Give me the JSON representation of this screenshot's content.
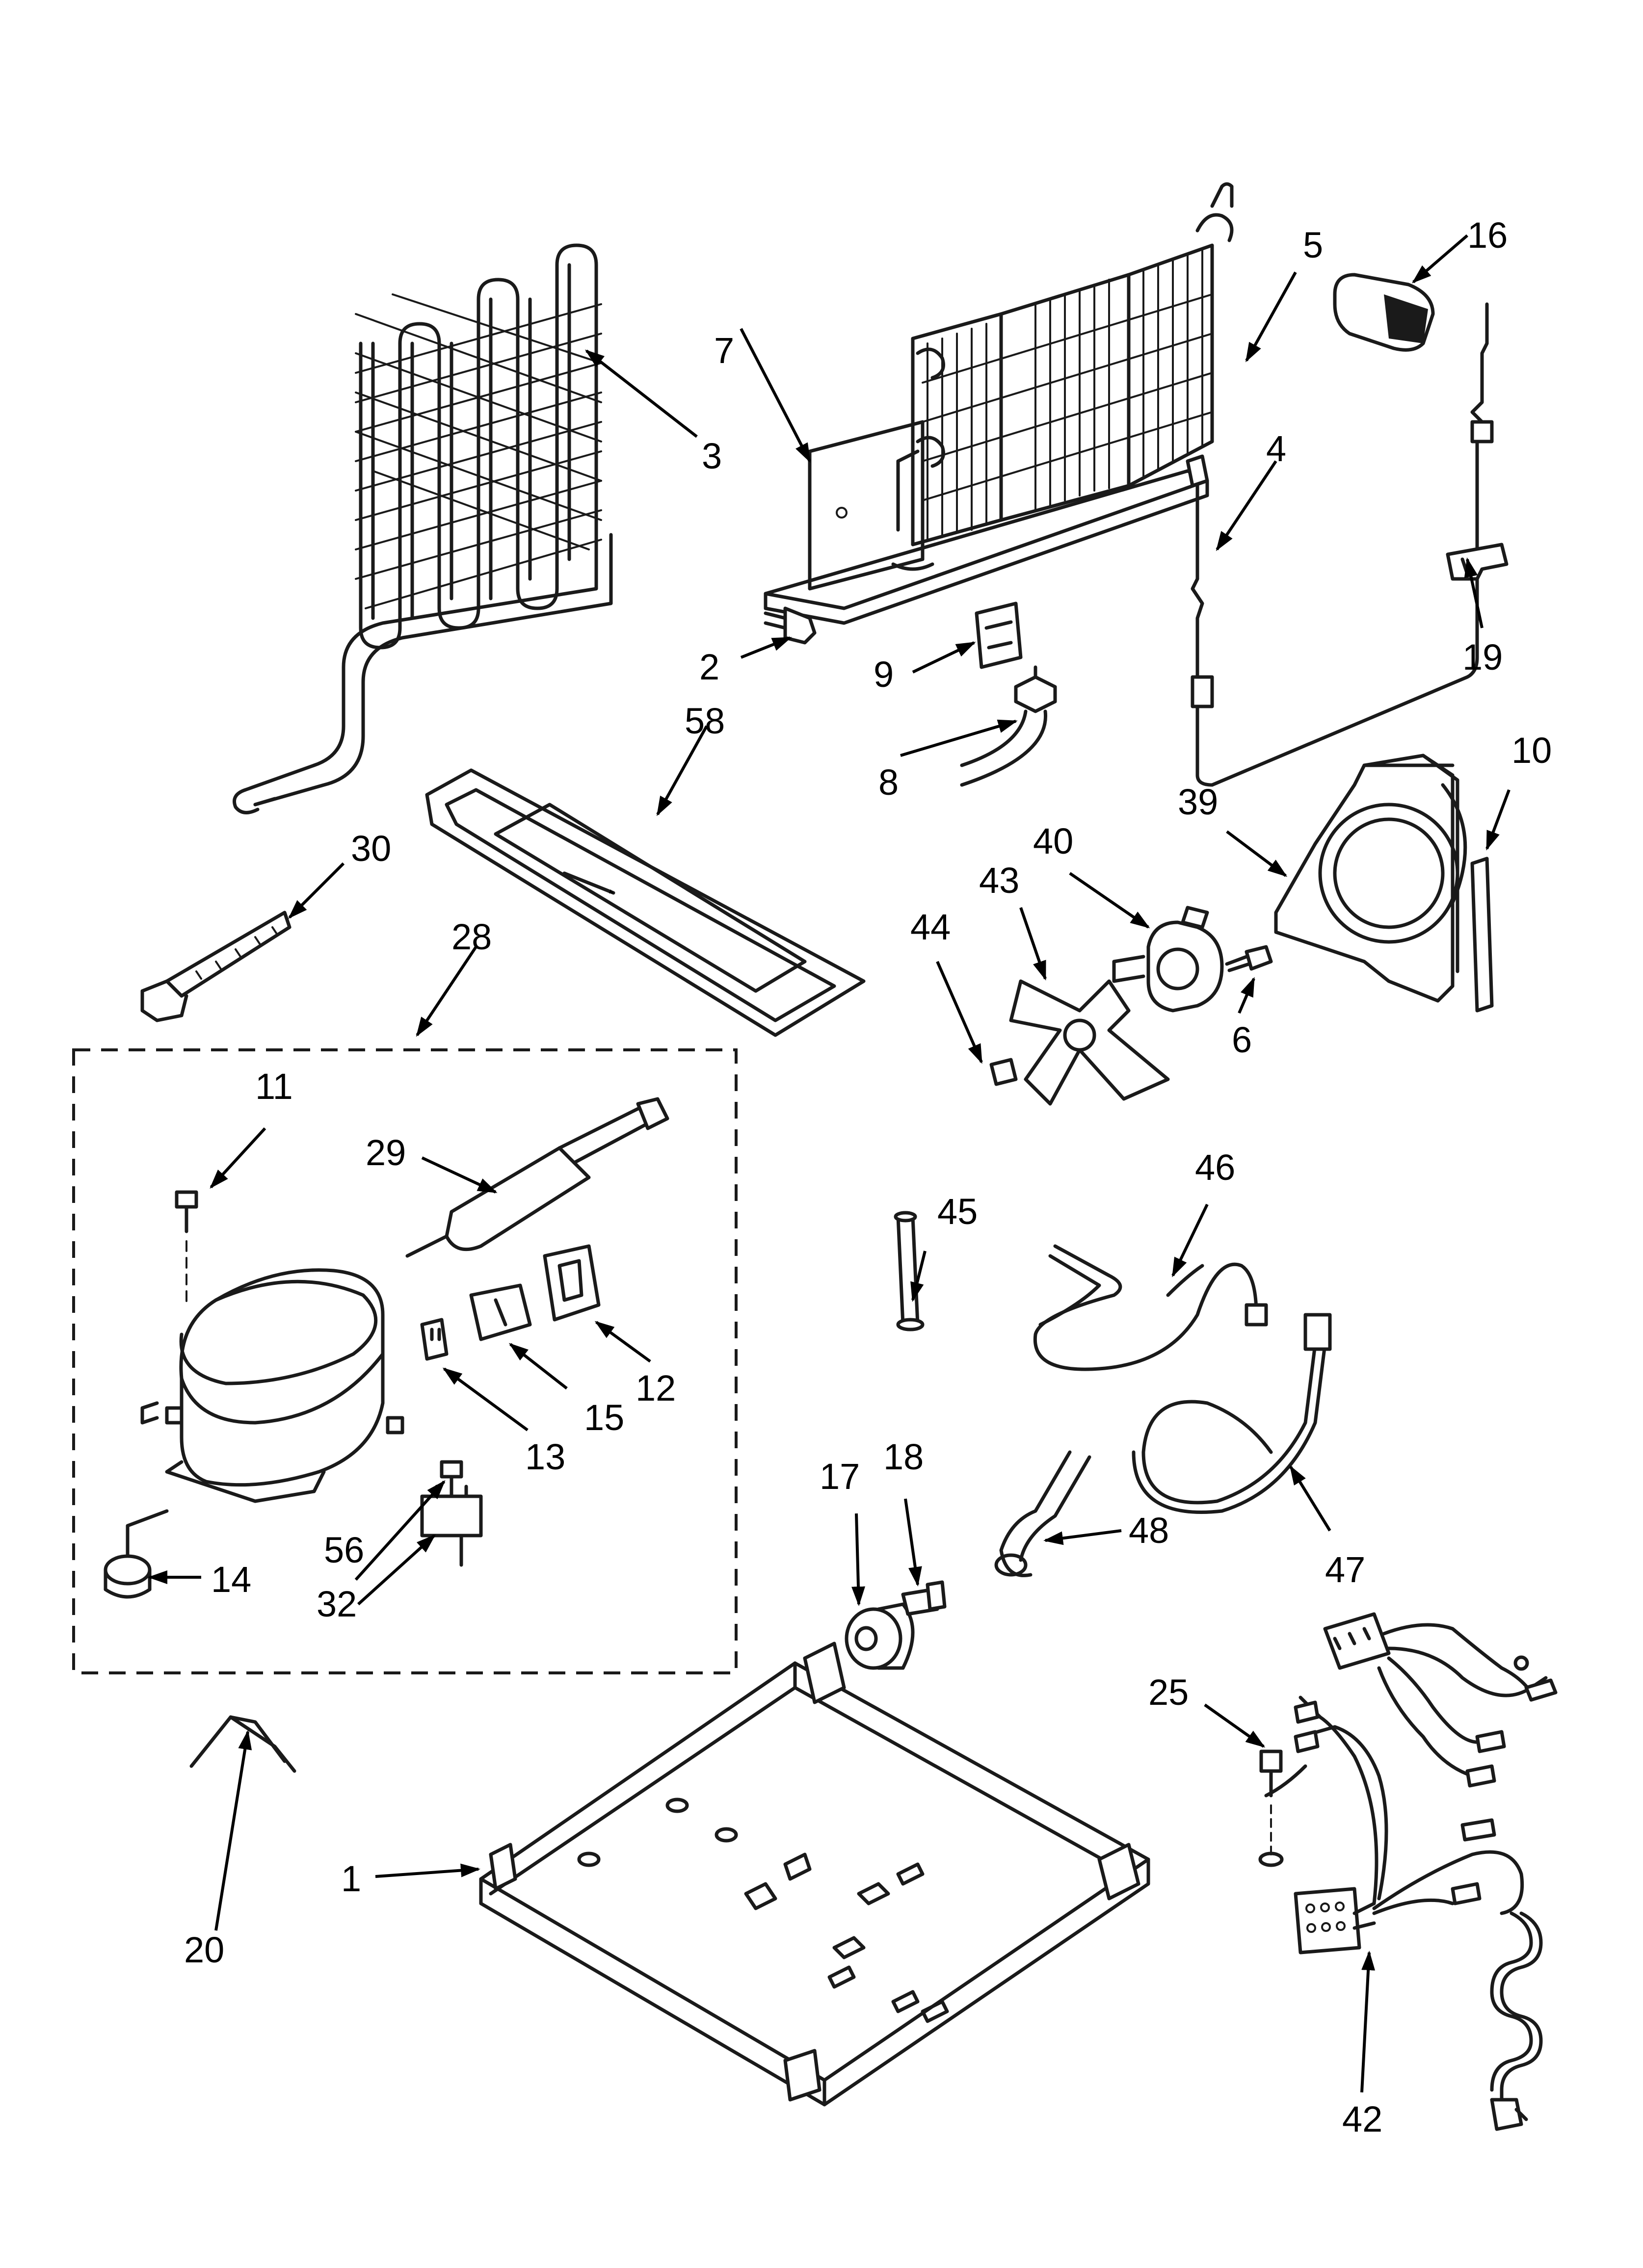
{
  "callouts": [
    {
      "id": "c1",
      "text": "1"
    },
    {
      "id": "c2",
      "text": "2"
    },
    {
      "id": "c3",
      "text": "3"
    },
    {
      "id": "c4",
      "text": "4"
    },
    {
      "id": "c5",
      "text": "5"
    },
    {
      "id": "c6",
      "text": "6"
    },
    {
      "id": "c7",
      "text": "7"
    },
    {
      "id": "c8",
      "text": "8"
    },
    {
      "id": "c9",
      "text": "9"
    },
    {
      "id": "c10",
      "text": "10"
    },
    {
      "id": "c11",
      "text": "11"
    },
    {
      "id": "c12",
      "text": "12"
    },
    {
      "id": "c13",
      "text": "13"
    },
    {
      "id": "c14",
      "text": "14"
    },
    {
      "id": "c15",
      "text": "15"
    },
    {
      "id": "c16",
      "text": "16"
    },
    {
      "id": "c17",
      "text": "17"
    },
    {
      "id": "c18",
      "text": "18"
    },
    {
      "id": "c19",
      "text": "19"
    },
    {
      "id": "c20",
      "text": "20"
    },
    {
      "id": "c25",
      "text": "25"
    },
    {
      "id": "c28",
      "text": "28"
    },
    {
      "id": "c29",
      "text": "29"
    },
    {
      "id": "c30",
      "text": "30"
    },
    {
      "id": "c32",
      "text": "32"
    },
    {
      "id": "c39",
      "text": "39"
    },
    {
      "id": "c40",
      "text": "40"
    },
    {
      "id": "c42",
      "text": "42"
    },
    {
      "id": "c43",
      "text": "43"
    },
    {
      "id": "c44",
      "text": "44"
    },
    {
      "id": "c45",
      "text": "45"
    },
    {
      "id": "c46",
      "text": "46"
    },
    {
      "id": "c47",
      "text": "47"
    },
    {
      "id": "c48",
      "text": "48"
    },
    {
      "id": "c56",
      "text": "56"
    },
    {
      "id": "c58",
      "text": "58"
    }
  ]
}
